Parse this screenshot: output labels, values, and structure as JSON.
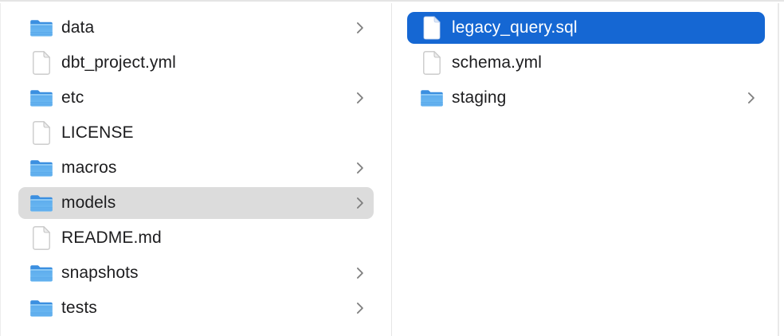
{
  "colors": {
    "selection_blue": "#1567d3",
    "selection_gray": "#dcdcdc",
    "text": "#1d1d1f",
    "selected_text": "#ffffff",
    "divider": "#e6e6e6",
    "chevron": "#7e7e7e",
    "folder_blue_dark": "#3b8fe0",
    "folder_blue_body": "#63b3ef"
  },
  "columns": [
    {
      "items": [
        {
          "label": "data",
          "type": "folder",
          "has_chevron": true,
          "selected": false
        },
        {
          "label": "dbt_project.yml",
          "type": "file",
          "has_chevron": false,
          "selected": false
        },
        {
          "label": "etc",
          "type": "folder",
          "has_chevron": true,
          "selected": false
        },
        {
          "label": "LICENSE",
          "type": "file",
          "has_chevron": false,
          "selected": false
        },
        {
          "label": "macros",
          "type": "folder",
          "has_chevron": true,
          "selected": false
        },
        {
          "label": "models",
          "type": "folder",
          "has_chevron": true,
          "selected": true
        },
        {
          "label": "README.md",
          "type": "file",
          "has_chevron": false,
          "selected": false
        },
        {
          "label": "snapshots",
          "type": "folder",
          "has_chevron": true,
          "selected": false
        },
        {
          "label": "tests",
          "type": "folder",
          "has_chevron": true,
          "selected": false
        }
      ]
    },
    {
      "items": [
        {
          "label": "legacy_query.sql",
          "type": "file",
          "has_chevron": false,
          "selected": true
        },
        {
          "label": "schema.yml",
          "type": "file",
          "has_chevron": false,
          "selected": false
        },
        {
          "label": "staging",
          "type": "folder",
          "has_chevron": true,
          "selected": false
        }
      ]
    }
  ]
}
